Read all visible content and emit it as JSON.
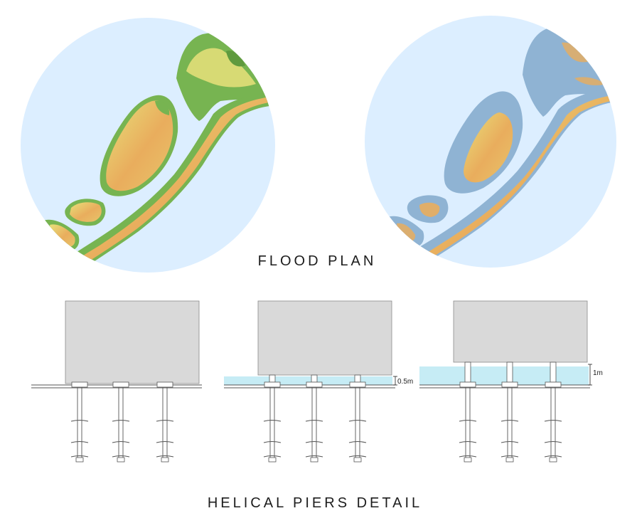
{
  "titles": {
    "flood_plan": "FLOOD PLAN",
    "helical_piers_detail": "HELICAL PIERS DETAIL"
  },
  "flood_maps": [
    {
      "state": "current"
    },
    {
      "state": "flooded"
    }
  ],
  "pier_details": [
    {
      "water_label": "",
      "water_level_m": 0
    },
    {
      "water_label": "0.5m",
      "water_level_m": 0.5
    },
    {
      "water_label": "1m",
      "water_level_m": 1
    }
  ],
  "colors": {
    "sea": "#dceeff",
    "land_green": "#77b451",
    "land_yellow": "#e8e07a",
    "land_orange": "#e9ad5d",
    "flood_blue": "#8fb3d3",
    "water": "#c6ecf5",
    "building": "#d9d9d9",
    "pier_line": "#555555"
  }
}
